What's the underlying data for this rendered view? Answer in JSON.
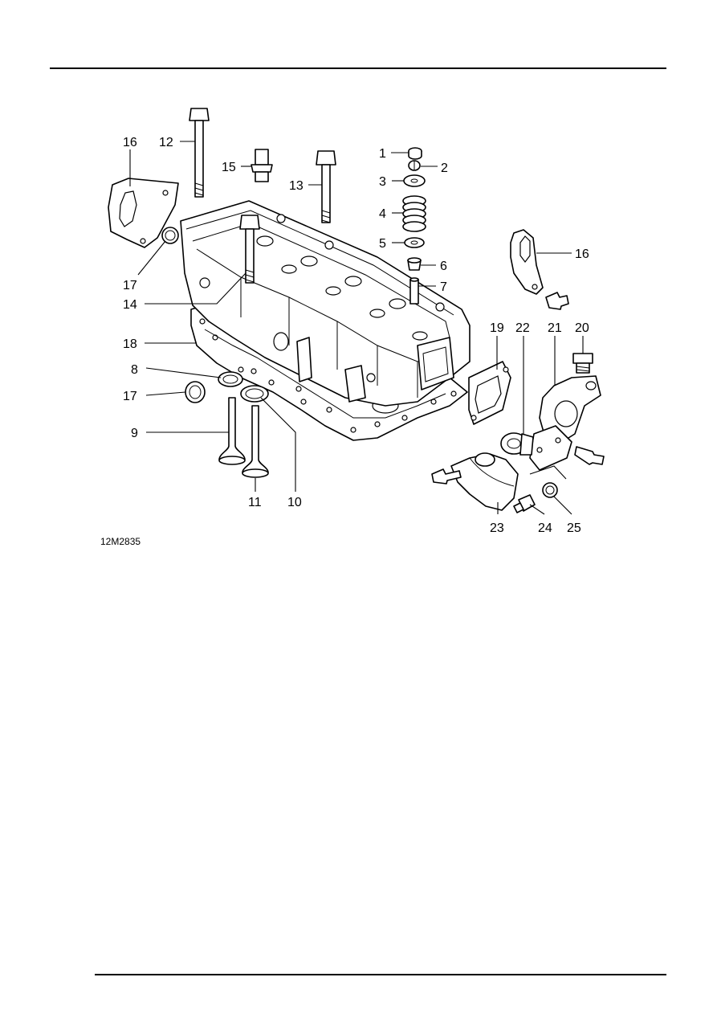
{
  "diagram": {
    "reference": "12M2835",
    "callouts": [
      {
        "id": "1",
        "label": "1"
      },
      {
        "id": "2",
        "label": "2"
      },
      {
        "id": "3",
        "label": "3"
      },
      {
        "id": "4",
        "label": "4"
      },
      {
        "id": "5",
        "label": "5"
      },
      {
        "id": "6",
        "label": "6"
      },
      {
        "id": "7",
        "label": "7"
      },
      {
        "id": "8",
        "label": "8"
      },
      {
        "id": "9",
        "label": "9"
      },
      {
        "id": "10",
        "label": "10"
      },
      {
        "id": "11",
        "label": "11"
      },
      {
        "id": "12",
        "label": "12"
      },
      {
        "id": "13",
        "label": "13"
      },
      {
        "id": "14",
        "label": "14"
      },
      {
        "id": "15",
        "label": "15"
      },
      {
        "id": "16a",
        "label": "16"
      },
      {
        "id": "16b",
        "label": "16"
      },
      {
        "id": "17a",
        "label": "17"
      },
      {
        "id": "17b",
        "label": "17"
      },
      {
        "id": "18",
        "label": "18"
      },
      {
        "id": "19",
        "label": "19"
      },
      {
        "id": "20",
        "label": "20"
      },
      {
        "id": "21",
        "label": "21"
      },
      {
        "id": "22",
        "label": "22"
      },
      {
        "id": "23",
        "label": "23"
      },
      {
        "id": "24",
        "label": "24"
      },
      {
        "id": "25",
        "label": "25"
      }
    ]
  }
}
